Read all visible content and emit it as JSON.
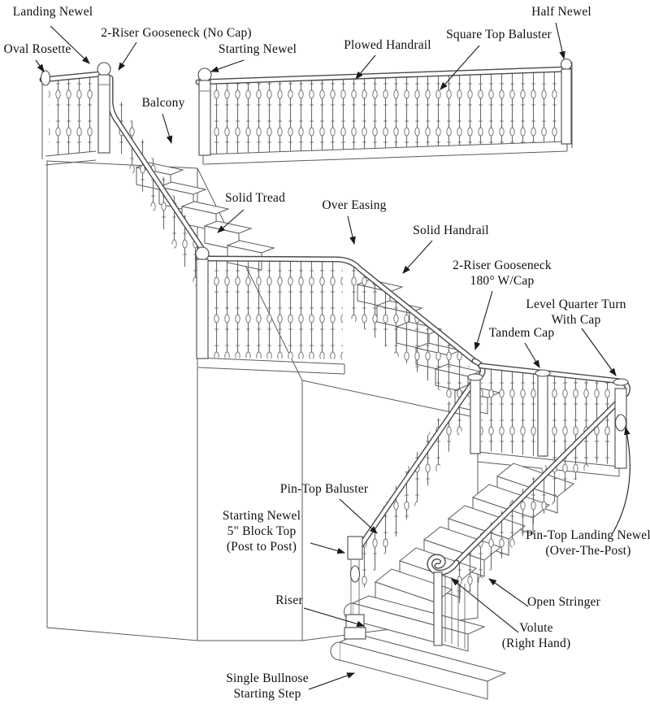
{
  "figure": {
    "type": "stair-parts-diagram",
    "background_color": "#ffffff",
    "line_color": "#5a5a5a",
    "label_color": "#101010"
  },
  "labels": [
    {
      "id": "landing-newel",
      "text": "Landing Newel"
    },
    {
      "id": "gooseneck-no-cap",
      "text": "2-Riser Gooseneck (No Cap)"
    },
    {
      "id": "oval-rosette",
      "text": "Oval Rosette"
    },
    {
      "id": "starting-newel",
      "text": "Starting Newel"
    },
    {
      "id": "plowed-handrail",
      "text": "Plowed Handrail"
    },
    {
      "id": "square-top-baluster",
      "text": "Square Top Baluster"
    },
    {
      "id": "half-newel",
      "text": "Half Newel"
    },
    {
      "id": "balcony",
      "text": "Balcony"
    },
    {
      "id": "solid-tread",
      "text": "Solid Tread"
    },
    {
      "id": "over-easing",
      "text": "Over Easing"
    },
    {
      "id": "solid-handrail",
      "text": "Solid Handrail"
    },
    {
      "id": "gooseneck-180-cap",
      "text": "2-Riser Gooseneck\n180° W/Cap"
    },
    {
      "id": "level-quarter-turn",
      "text": "Level Quarter Turn\nWith Cap"
    },
    {
      "id": "tandem-cap",
      "text": "Tandem Cap"
    },
    {
      "id": "pin-top-baluster",
      "text": "Pin-Top Baluster"
    },
    {
      "id": "starting-newel-block",
      "text": "Starting Newel\n5\" Block Top\n(Post to Post)"
    },
    {
      "id": "pin-top-landing-newel",
      "text": "Pin-Top Landing Newel\n(Over-The-Post)"
    },
    {
      "id": "riser",
      "text": "Riser"
    },
    {
      "id": "open-stringer",
      "text": "Open Stringer"
    },
    {
      "id": "volute",
      "text": "Volute\n(Right Hand)"
    },
    {
      "id": "single-bullnose",
      "text": "Single Bullnose\nStarting Step"
    }
  ]
}
